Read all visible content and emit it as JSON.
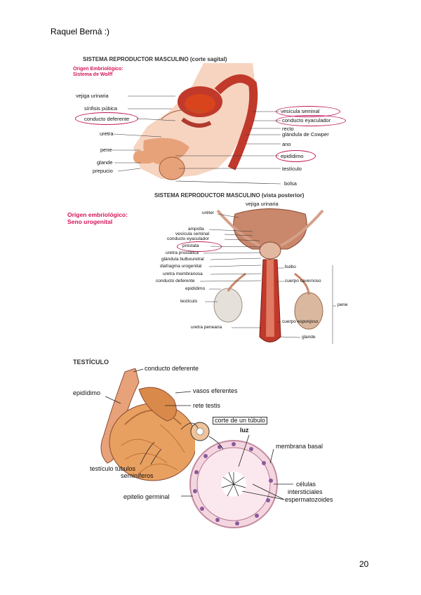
{
  "page": {
    "author": "Raquel Berná :)",
    "number": "20"
  },
  "figure1": {
    "title": "SISTEMA REPRODUCTOR MASCULINO (corte sagital)",
    "origin": [
      "Origen Embriológico:",
      "Sistema de Wolff"
    ],
    "labels_left": [
      "vejiga urinaria",
      "sínfisis púbica",
      "conducto deferente",
      "uretra",
      "pene",
      "glande",
      "prepucio"
    ],
    "labels_right": [
      "vesícula seminal",
      "conducto eyaculador",
      "recto",
      "glándula de Cowper",
      "ano",
      "epidídimo",
      "testículo",
      "bolsa"
    ]
  },
  "figure2": {
    "title": "SISTEMA REPRODUCTOR MASCULINO (vista posterior)",
    "origin": [
      "Origen embriológico:",
      "Seno urogenital"
    ],
    "top_label": "vejiga urinaria",
    "labels_left": [
      "uréter",
      "ampolla",
      "vesícula seminal",
      "conducto eyaculador",
      "próstata",
      "uretra prostática",
      "glándula bulbouretral",
      "diafragma urogenital",
      "uretra membranosa",
      "conducto deferente",
      "epidídimo",
      "testículo",
      "uretra peneana"
    ],
    "labels_right": [
      "bulbo",
      "cuerpo cavernoso",
      "pene",
      "cuerpo esponjoso",
      "glande"
    ]
  },
  "figure3": {
    "title": "TESTÍCULO",
    "labels": [
      "conducto deferente",
      "epidídimo",
      "vasos eferentes",
      "rete testis",
      "corte de un túbulo",
      "luz",
      "membrana basal",
      "testículo túbulos",
      "seminíferos",
      "células",
      "intersticiales",
      "espermatozoides",
      "epitelio germinal"
    ]
  },
  "colors": {
    "highlight": "#c2185b",
    "origin": "#d4145a",
    "tissue": "#e8a27a",
    "muscle": "#c0392b"
  }
}
